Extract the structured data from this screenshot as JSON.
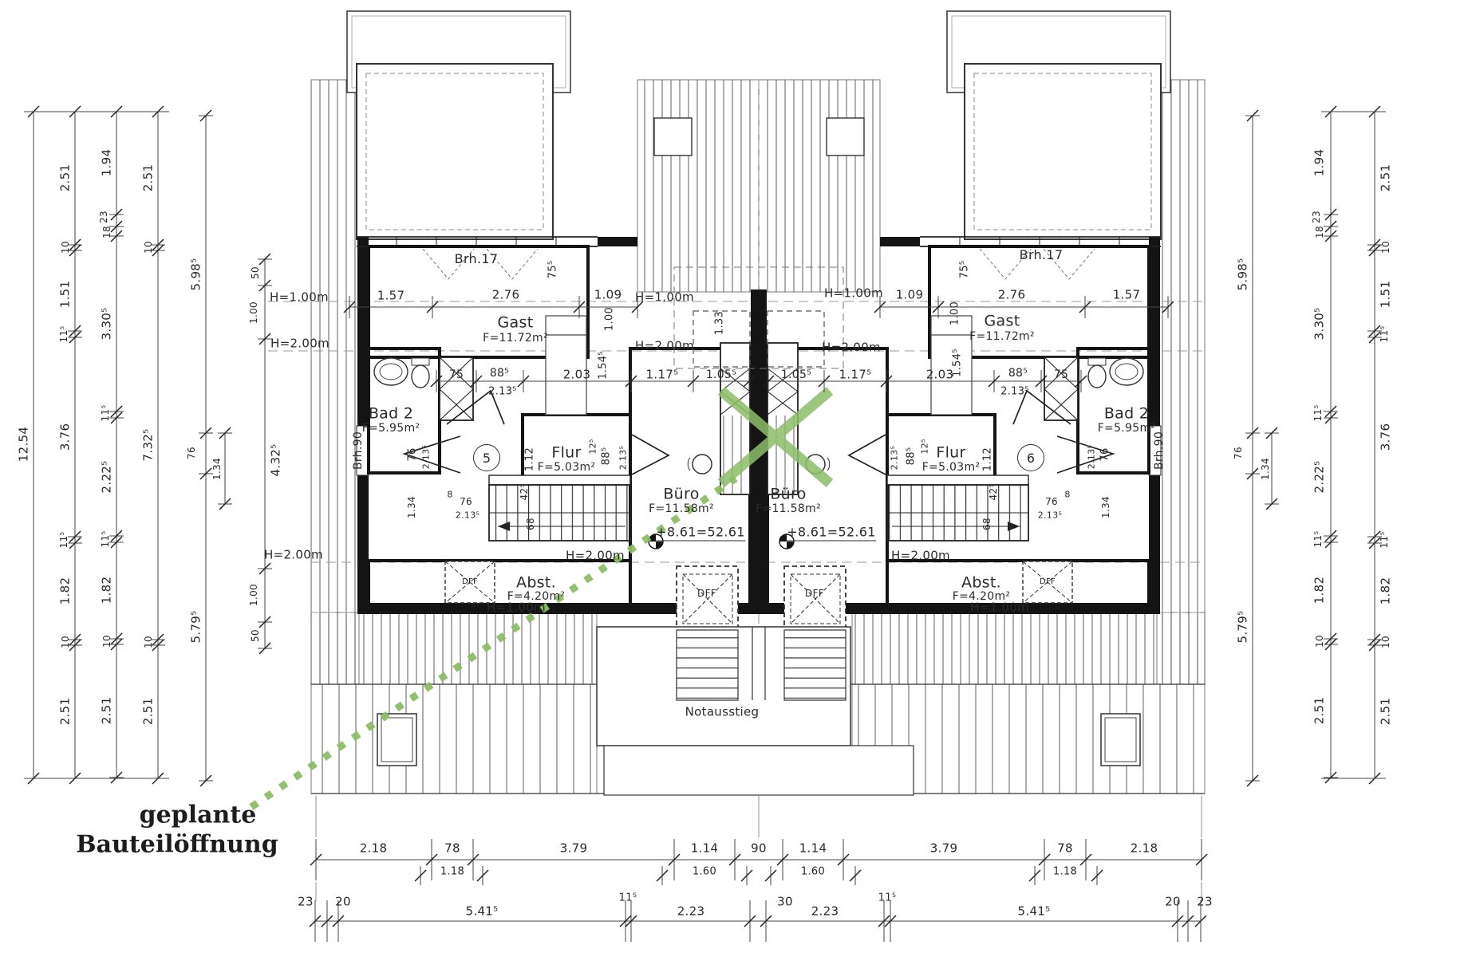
{
  "annotation": {
    "line1": "geplante",
    "line2": "Bauteilöffnung"
  },
  "colors": {
    "green": "#8dbd68",
    "ink": "#2b2b2b"
  },
  "rooms": {
    "gast": {
      "name": "Gast",
      "area": "F=11.72m²"
    },
    "bad": {
      "name": "Bad 2",
      "area": "F=5.95m²"
    },
    "flur": {
      "name": "Flur",
      "area": "F=5.03m²"
    },
    "buero": {
      "name": "Büro",
      "area": "F=11.58m²"
    },
    "abst": {
      "name": "Abst.",
      "area": "F=4.20m²"
    }
  },
  "labels": {
    "brh17": "Brh.17",
    "brh90": "Brh.90",
    "dff": "DFF",
    "notausstieg": "Notausstieg",
    "level": "+8.61=52.61",
    "unit5": "5",
    "unit6": "6",
    "h100": "H=1.00m",
    "h200": "H=2.00m"
  },
  "dims": {
    "total": "12.54",
    "chainB": [
      "2.51",
      "10",
      "1.51",
      "11⁵",
      "3.76",
      "11⁵",
      "1.82",
      "10",
      "2.51"
    ],
    "chainC": [
      "1.94",
      "23",
      "18",
      "3.30⁵",
      "11⁵",
      "2.22⁵",
      "11⁵",
      "1.82",
      "10",
      "2.51"
    ],
    "chainD": [
      "2.51",
      "10",
      "7.32⁵",
      "10",
      "2.51"
    ],
    "chainE": [
      "5.98⁵",
      "76",
      "1.34",
      "5.79⁵"
    ],
    "chainF": [
      "50",
      "1.00",
      "4.32⁵"
    ],
    "top": [
      "1.57",
      "2.76",
      "1.09"
    ],
    "mid": [
      "75",
      "88⁵",
      "2.13⁵",
      "2.03",
      "1.17⁵",
      "1.05⁵"
    ],
    "vert": {
      "v100": "1.00",
      "v133": "1.33",
      "v1545": "1.54⁵",
      "v112": "1.12",
      "v125": "12⁵",
      "v885": "88⁵",
      "v2135": "2.13⁵",
      "v76": "76",
      "v425": "42⁵",
      "v68": "68",
      "v134": "1.34",
      "v8": "8",
      "v755": "75⁵"
    },
    "row1": [
      "2.18",
      "78",
      "1.18",
      "3.79",
      "1.14",
      "1.60",
      "90"
    ],
    "row2": [
      "23",
      "20",
      "5.41⁵",
      "11⁵",
      "2.23",
      "30"
    ]
  }
}
